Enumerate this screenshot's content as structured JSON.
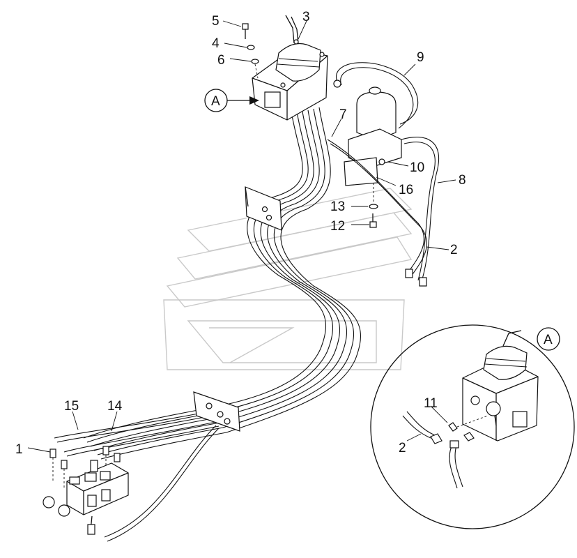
{
  "callouts": {
    "c1": "1",
    "c2": "2",
    "c3": "3",
    "c4": "4",
    "c5": "5",
    "c6": "6",
    "c7": "7",
    "c8": "8",
    "c9": "9",
    "c10": "10",
    "c11": "11",
    "c12": "12",
    "c13": "13",
    "c14": "14",
    "c15": "15",
    "c16": "16",
    "c2b": "2"
  },
  "view_marker": {
    "letter": "A",
    "detail_letter": "A"
  }
}
